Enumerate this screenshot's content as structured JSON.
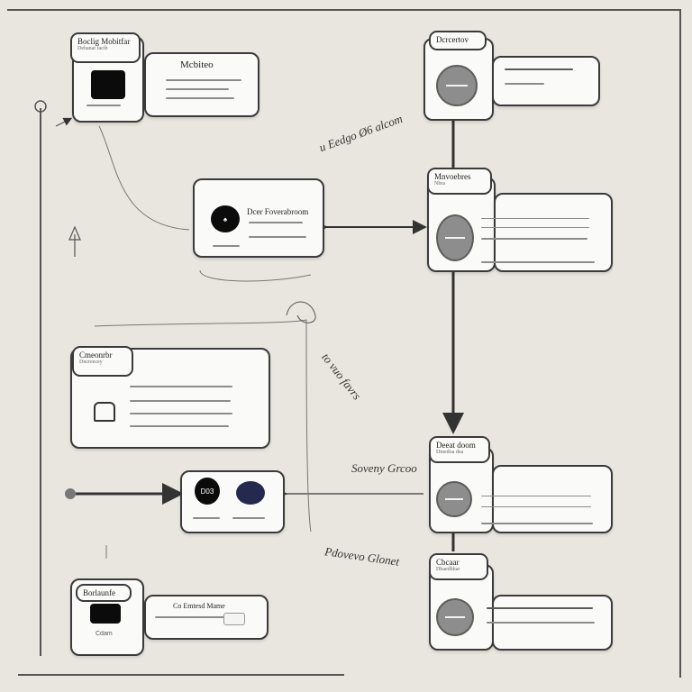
{
  "labels": {
    "top_left_tab": "Boclig Mobitfar",
    "top_left_tab_sub": "Dehanat facib",
    "top_left_title": "Mcbiteo",
    "top_right_tab": "Dcrcertov",
    "center_title": "Dcer Foverabroom",
    "mid_right_tab": "Mnvoebres",
    "mid_right_tab_sub": "Nbra",
    "left_mid_tab": "Cmeonrbr",
    "left_mid_tab_sub": "Dncreecey",
    "badge_left": "D03",
    "bot_right_tab": "Deeat doom",
    "bot_right_tab_sub": "Dmedoa dea",
    "last_right_tab": "Cbcaar",
    "last_right_tab_sub": "Dbaedhhar",
    "bottom_left_tab": "Borlaunfe",
    "bottom_left_caption": "Cdam",
    "bottom_left_title": "Co Emtesd Mame",
    "hand_top": "u Eedgo Ø6 alcom",
    "hand_mid": "to vuo favrs",
    "hand_save": "Soveny Grcoo",
    "hand_bottom": "Pdovevo Glonet"
  },
  "colors": {
    "background": "#e8e6df",
    "card": "#fafaf8",
    "stroke": "#3a3a3a",
    "accent_navy": "#232a4e"
  }
}
